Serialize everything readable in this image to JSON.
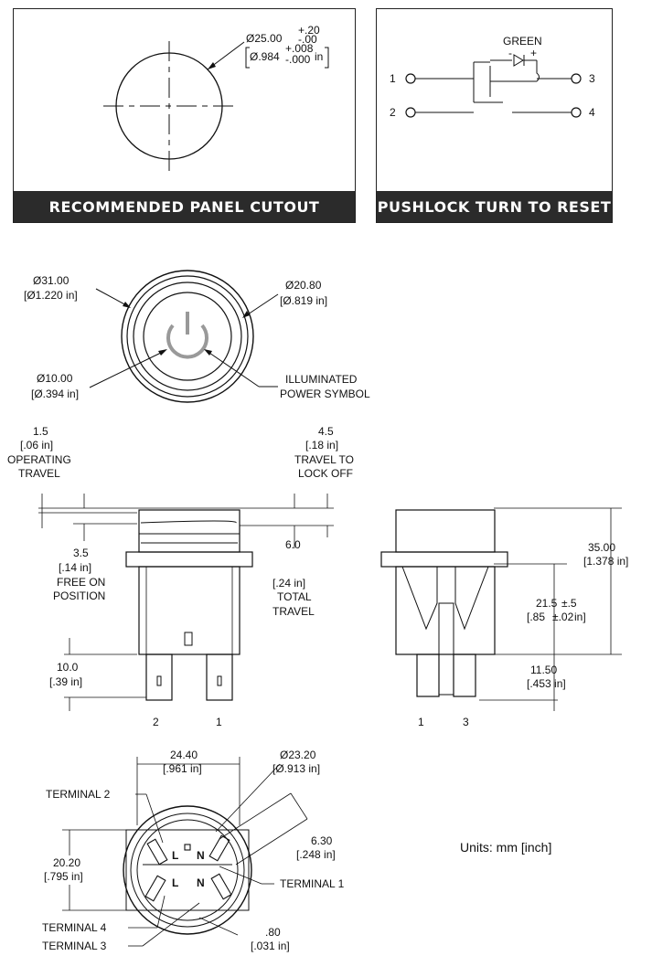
{
  "cutout_panel": {
    "title": "RECOMMENDED PANEL CUTOUT",
    "diameter_mm": "Ø25.00",
    "tol_mm_plus": "+.20",
    "tol_mm_minus": "-.00",
    "diameter_in": "Ø.984",
    "tol_in_plus": "+.008",
    "tol_in_minus": "-.000",
    "in_unit": "in"
  },
  "schematic_panel": {
    "title": "PUSHLOCK TURN TO RESET",
    "led_label": "GREEN",
    "led_minus": "-",
    "led_plus": "+",
    "terminals": [
      "1",
      "2",
      "3",
      "4"
    ]
  },
  "front_view": {
    "outer_dia_mm": "Ø31.00",
    "outer_dia_in": "[Ø1.220 in]",
    "inner_dia_mm": "Ø20.80",
    "inner_dia_in": "[Ø.819 in]",
    "symbol_dia_mm": "Ø10.00",
    "symbol_dia_in": "[Ø.394 in]",
    "symbol_label_1": "ILLUMINATED",
    "symbol_label_2": "POWER SYMBOL"
  },
  "side_view": {
    "op_travel_mm": "1.5",
    "op_travel_in": "[.06 in]",
    "op_travel_l1": "OPERATING",
    "op_travel_l2": "TRAVEL",
    "lock_mm": "4.5",
    "lock_in": "[.18 in]",
    "lock_l1": "TRAVEL TO",
    "lock_l2": "LOCK OFF",
    "free_mm": "3.5",
    "free_in": "[.14 in]",
    "free_l1": "FREE ON",
    "free_l2": "POSITION",
    "total_mm": "6.0",
    "total_in": "[.24 in]",
    "total_l1": "TOTAL",
    "total_l2": "TRAVEL",
    "term_mm": "10.0",
    "term_in": "[.39 in]",
    "term_labels": [
      "2",
      "1"
    ]
  },
  "right_view": {
    "height_mm": "35.00",
    "height_in": "[1.378 in]",
    "body_mm": "21.5",
    "body_mm_tol": "±.5",
    "body_in": "[.85",
    "body_in_tol": "±.02",
    "body_in_end": "in]",
    "term_mm": "11.50",
    "term_in": "[.453 in]",
    "term_labels": [
      "1",
      "3"
    ]
  },
  "bottom_view": {
    "width_mm": "24.40",
    "width_in": "[.961 in]",
    "dia_mm": "Ø23.20",
    "dia_in": "[Ø.913 in]",
    "term_w_mm": "6.30",
    "term_w_in": "[.248 in]",
    "height_mm": "20.20",
    "height_in": "[.795 in]",
    "thick_mm": ".80",
    "thick_in": "[.031 in]",
    "terminal_2": "TERMINAL 2",
    "terminal_1": "TERMINAL 1",
    "terminal_4": "TERMINAL 4",
    "terminal_3": "TERMINAL 3"
  },
  "units_note": "Units: mm [inch]"
}
